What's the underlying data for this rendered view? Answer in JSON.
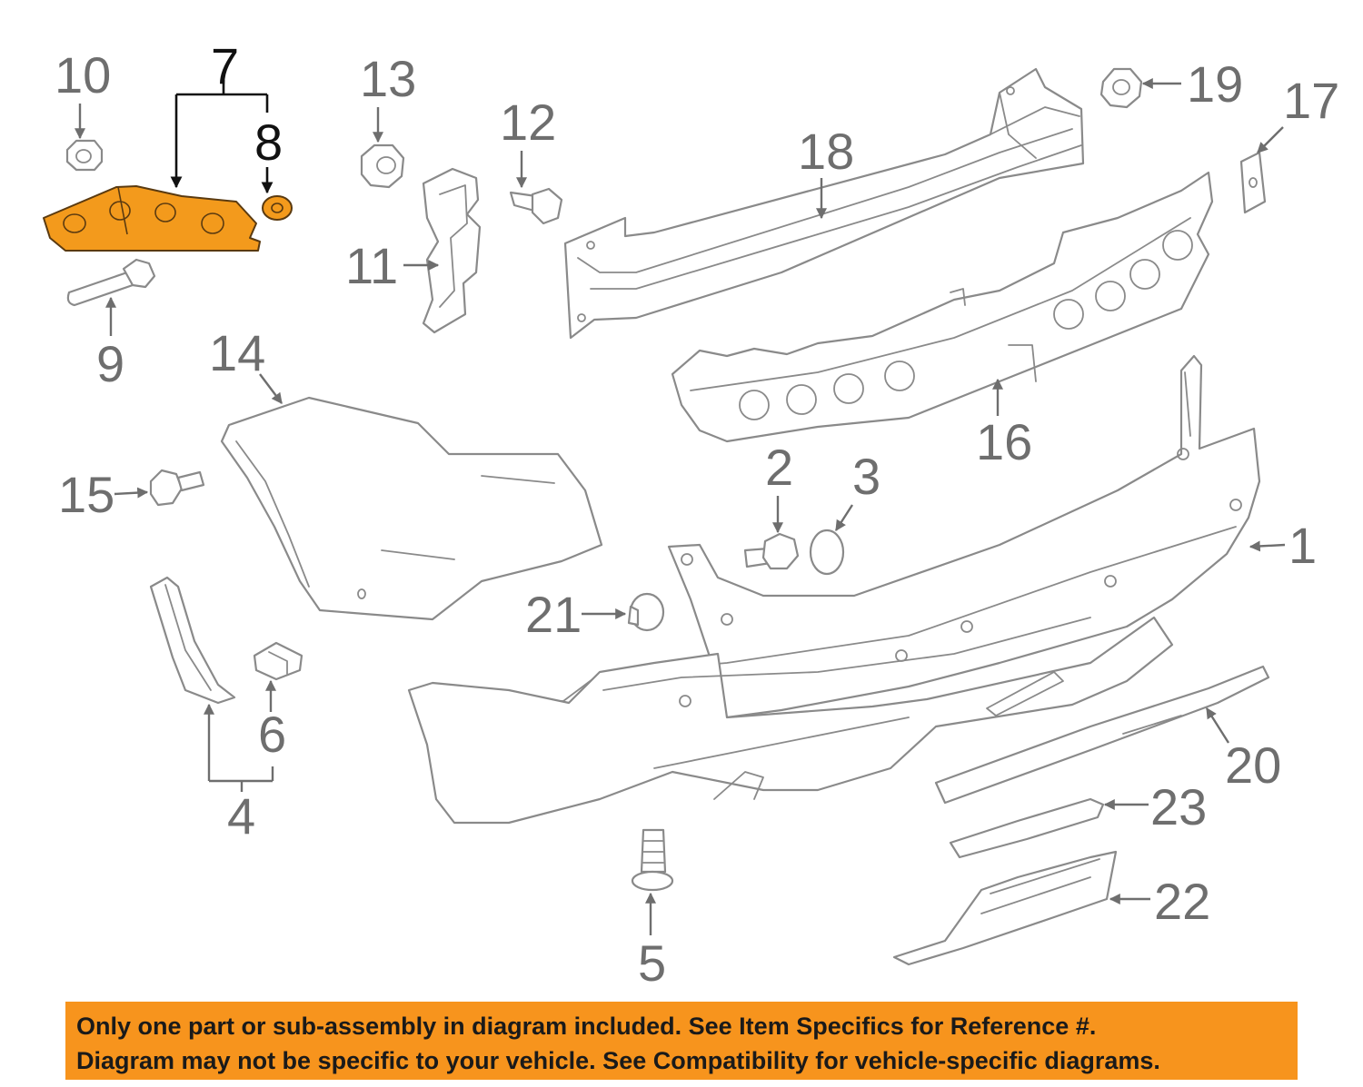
{
  "diagram": {
    "callouts": [
      "1",
      "2",
      "3",
      "4",
      "5",
      "6",
      "7",
      "8",
      "9",
      "10",
      "11",
      "12",
      "13",
      "14",
      "15",
      "16",
      "17",
      "18",
      "19",
      "20",
      "21",
      "22",
      "23"
    ],
    "highlighted_part": "7",
    "highlight_color": "#f39a1c"
  },
  "banner": {
    "line1": "Only one part or sub-assembly in diagram included. See Item Specifics for Reference #.",
    "line2": "Diagram may not be specific to your vehicle. See Compatibility for vehicle-specific diagrams.",
    "background_color": "#f7941d"
  }
}
